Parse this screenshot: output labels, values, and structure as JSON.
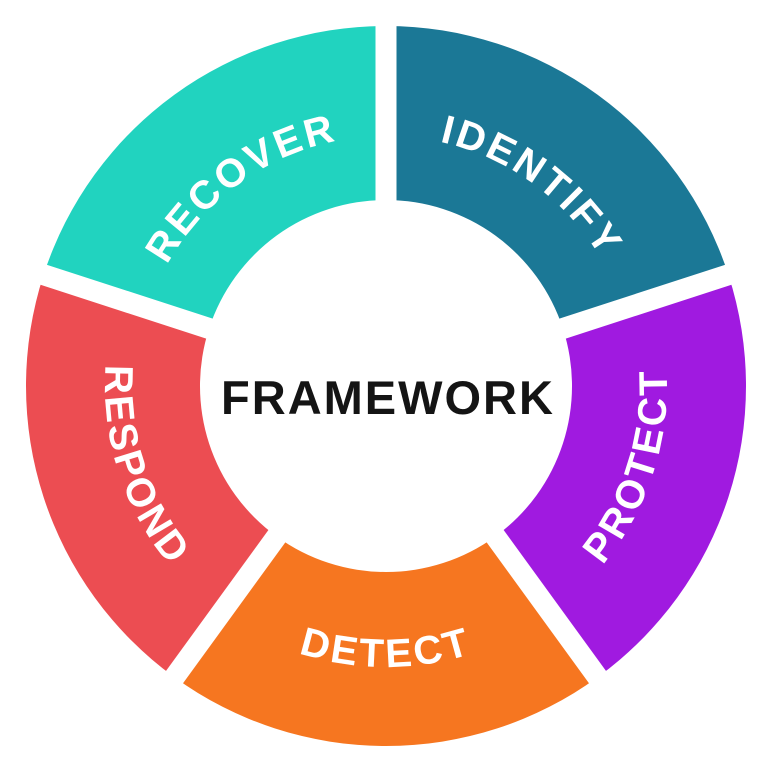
{
  "diagram": {
    "type": "donut-cycle",
    "background_color": "#ffffff",
    "divider_color": "#ffffff",
    "center_label": "FRAMEWORK",
    "center_label_color": "#141414",
    "label_color": "#ffffff",
    "segments": [
      {
        "label": "IDENTIFY",
        "color": "#1b7896",
        "start_angle": 90,
        "end_angle": 18,
        "mid_angle": 54,
        "text_direction": "cw"
      },
      {
        "label": "PROTECT",
        "color": "#a01ae0",
        "start_angle": 18,
        "end_angle": -54,
        "mid_angle": -18,
        "text_direction": "ccw"
      },
      {
        "label": "DETECT",
        "color": "#f67620",
        "start_angle": -54,
        "end_angle": -126,
        "mid_angle": -90,
        "text_direction": "ccw"
      },
      {
        "label": "RESPOND",
        "color": "#ec4d52",
        "start_angle": -126,
        "end_angle": -198,
        "mid_angle": -162,
        "text_direction": "ccw"
      },
      {
        "label": "RECOVER",
        "color": "#21d3bf",
        "start_angle": 162,
        "end_angle": 90,
        "mid_angle": 126,
        "text_direction": "cw"
      }
    ]
  }
}
